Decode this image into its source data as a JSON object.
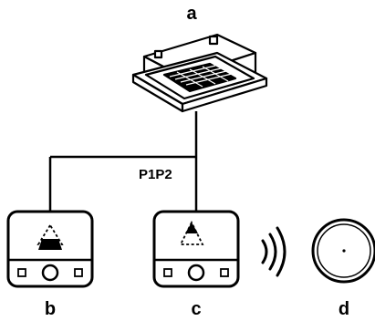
{
  "labels": {
    "indoor_unit": "a",
    "wired_controller_b": "b",
    "wired_controller_c": "c",
    "wireless_controller": "d",
    "bus": "P1P2"
  },
  "colors": {
    "line": "#000000",
    "background": "#ffffff"
  },
  "icons": {
    "indoor_unit": "ceiling-cassette-icon",
    "controller_b": "wired-remote-controller-icon",
    "controller_c": "wired-remote-controller-icon",
    "controller_d": "wireless-remote-controller-icon",
    "signal": "wireless-signal-icon"
  }
}
